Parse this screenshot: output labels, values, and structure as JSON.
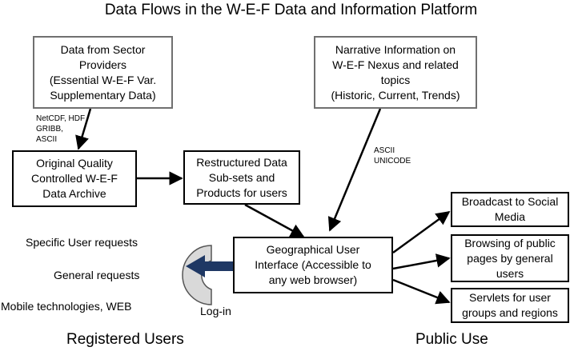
{
  "title": "Data Flows in the W-E-F Data and Information Platform",
  "boxes": {
    "sector_providers": "Data from Sector\nProviders\n(Essential W-E-F Var.\nSupplementary Data)",
    "narrative": "Narrative Information on\nW-E-F Nexus and related\ntopics\n(Historic, Current, Trends)",
    "archive": "Original Quality\nControlled W-E-F\nData Archive",
    "restructured": "Restructured Data\nSub-sets and\nProducts for users",
    "gui": "Geographical User\nInterface (Accessible to\nany web browser)",
    "broadcast": "Broadcast to Social\nMedia",
    "browsing": "Browsing of public\npages by general\nusers",
    "servlets": "Servlets for user\ngroups and regions"
  },
  "labels": {
    "formats": "NetCDF, HDF\nGRIBB,\nASCII",
    "text_formats": "ASCII\nUNICODE",
    "login": "Log-in"
  },
  "requests": {
    "specific": "Specific User requests",
    "general": "General requests",
    "mobile": "Mobile technologies, WEB"
  },
  "footer": {
    "registered": "Registered Users",
    "public": "Public Use"
  },
  "colors": {
    "box_border": "#000000",
    "source_box_border": "#707070",
    "login_fill": "#d9d9d9",
    "login_arrow": "#1f3864"
  }
}
